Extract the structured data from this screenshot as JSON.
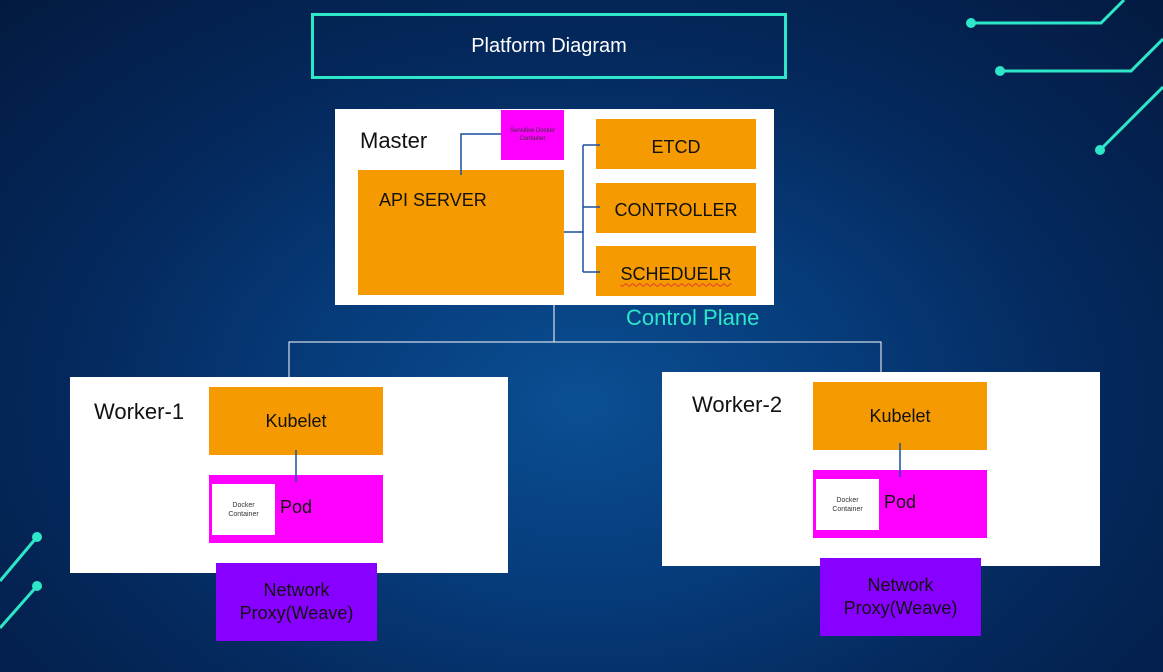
{
  "title": "Platform Diagram",
  "master": {
    "label": "Master",
    "small_container": "Sensitive Docker Container",
    "api_server": "API SERVER",
    "etcd": "ETCD",
    "controller": "CONTROLLER",
    "scheduler": "SCHEDUELR",
    "control_plane": "Control Plane"
  },
  "worker1": {
    "label": "Worker-1",
    "kubelet": "Kubelet",
    "pod": "Pod",
    "container": "Docker Container",
    "proxy": "Network Proxy(Weave)"
  },
  "worker2": {
    "label": "Worker-2",
    "kubelet": "Kubelet",
    "pod": "Pod",
    "container": "Docker Container",
    "proxy": "Network Proxy(Weave)"
  },
  "colors": {
    "accent": "#2ee6c8",
    "orange": "#f59a00",
    "magenta": "#ff00ff",
    "purple": "#8800ff",
    "background": "#063a78"
  }
}
